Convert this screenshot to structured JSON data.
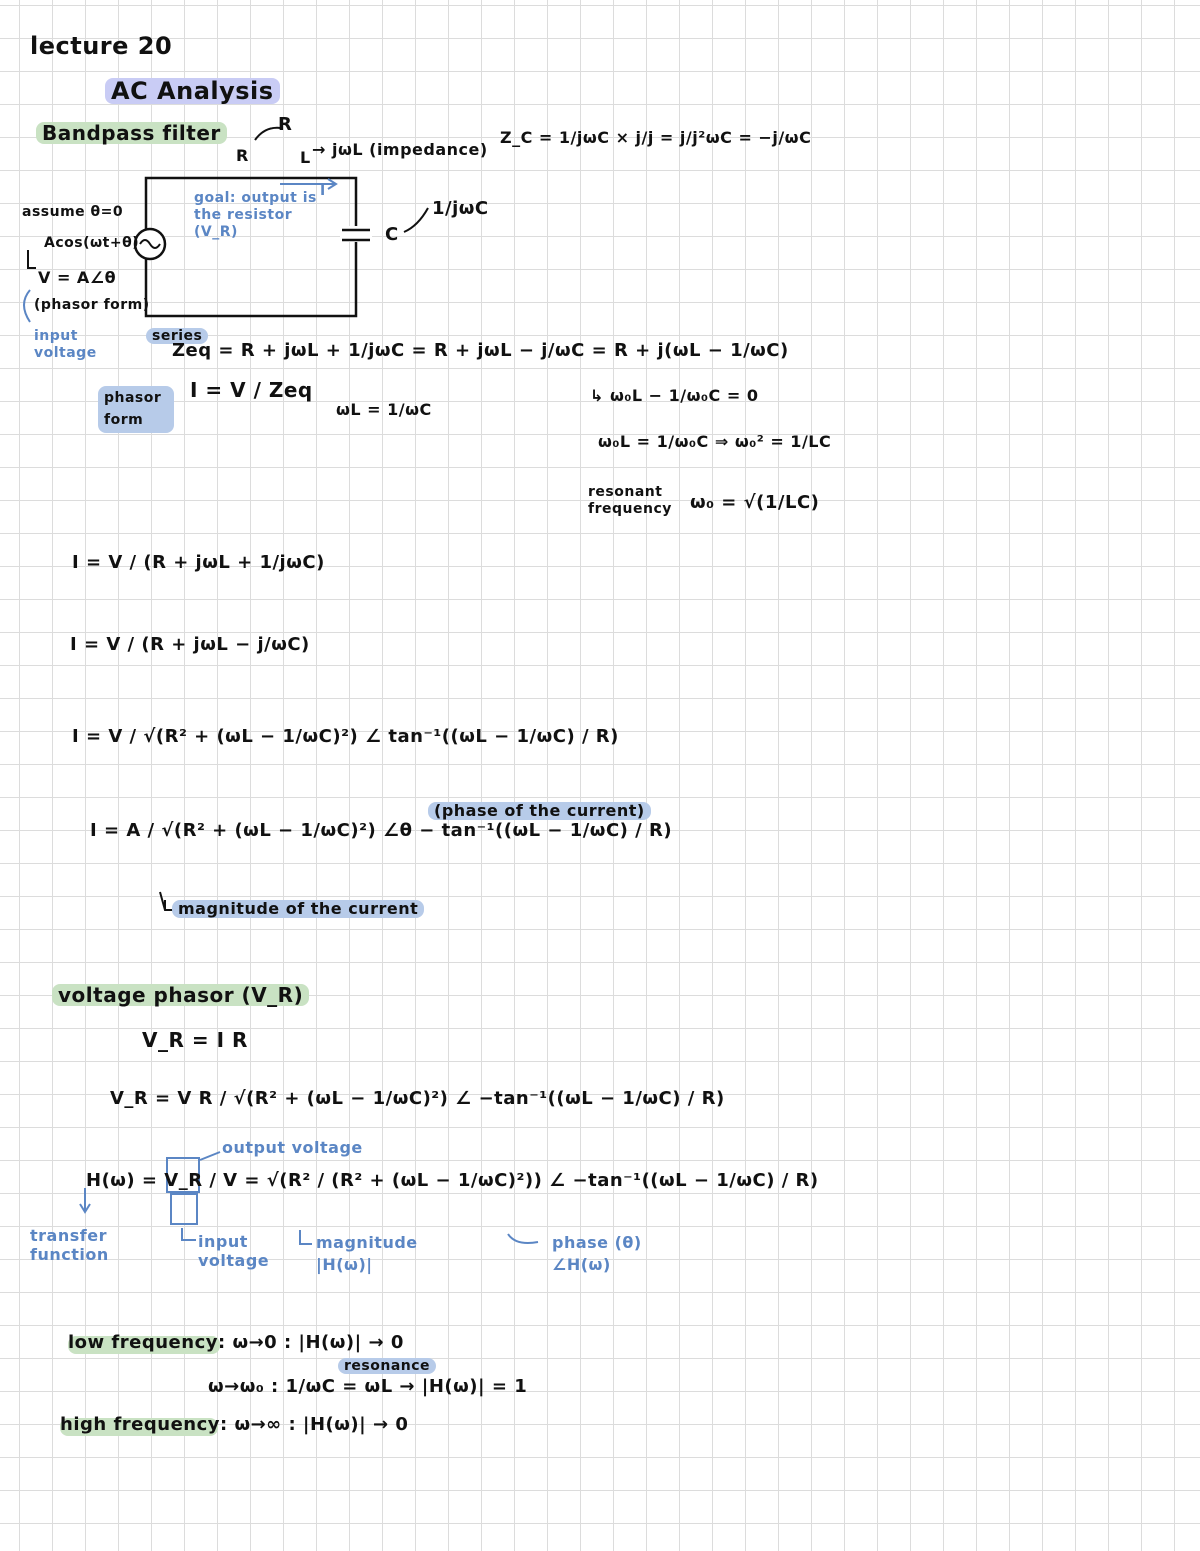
{
  "header": {
    "lecture_title": "lecture 20",
    "topic": "AC Analysis",
    "section_bandpass": "Bandpass filter"
  },
  "circuit": {
    "label_R": "R",
    "label_L": "L",
    "label_C": "C",
    "impedance_L": "→ jωL (impedance)",
    "impedance_C_eq": "Z_C = 1/jωC × j/j = j/j²ωC = −j/ωC",
    "cap_impedance": "1/jωC",
    "assume": "assume θ=0",
    "source": "Acos(ωt+θ)",
    "phasor": "V = A∠θ",
    "phasor_form": "(phasor form)",
    "input_voltage": "input voltage",
    "goal": "goal: output is the resistor (V_R)",
    "current_label": "I"
  },
  "series": {
    "label": "series",
    "zeq": "Zeq = R + jωL + 1/jωC = R + jωL − j/ωC = R + j(ωL − 1/ωC)",
    "resonance_condition": "↳ ω₀L − 1/ω₀C = 0",
    "omega_L": "ωL = 1/ωC",
    "omega_solve": "ω₀L = 1/ω₀C ⇒ ω₀² = 1/LC",
    "resonant_label": "resonant frequency",
    "resonant_eq": "ω₀ = √(1/LC)"
  },
  "phasor": {
    "label": "phasor form",
    "eq": "I = V / Zeq"
  },
  "current": {
    "eq1": "I = V / (R + jωL + 1/jωC)",
    "eq2": "I = V / (R + jωL − j/ωC)",
    "eq3": "I = V / √(R² + (ωL − 1/ωC)²) ∠ tan⁻¹((ωL − 1/ωC) / R)",
    "eq4": "I = A / √(R² + (ωL − 1/ωC)²) ∠θ − tan⁻¹((ωL − 1/ωC) / R)",
    "phase_note": "(phase of the current)",
    "magnitude_note": "magnitude of the current"
  },
  "voltage": {
    "title": "voltage phasor (V_R)",
    "eq1": "V_R = I R",
    "eq2": "V_R = V R / √(R² + (ωL − 1/ωC)²) ∠ −tan⁻¹((ωL − 1/ωC) / R)",
    "output_voltage": "output voltage",
    "transfer_eq": "H(ω) = V_R / V = √(R² / (R² + (ωL − 1/ωC)²)) ∠ −tan⁻¹((ωL − 1/ωC) / R)",
    "transfer_label": "transfer function",
    "input_voltage": "input voltage",
    "magnitude": "magnitude |H(ω)|",
    "phase": "phase (θ) ∠H(ω)"
  },
  "limits": {
    "low": "low frequency: ω→0 : |H(ω)| → 0",
    "resonance_label": "resonance",
    "res": "ω→ω₀ : 1/ωC = ωL → |H(ω)| = 1",
    "high": "high frequency: ω→∞ : |H(ω)| → 0"
  },
  "colors": {
    "grid": "#dcdcdc",
    "highlight_green": "#c9e2c3",
    "highlight_purple": "#c9ccf5",
    "highlight_blue": "#b7cbe9",
    "annotation_blue": "#5b86c4"
  }
}
